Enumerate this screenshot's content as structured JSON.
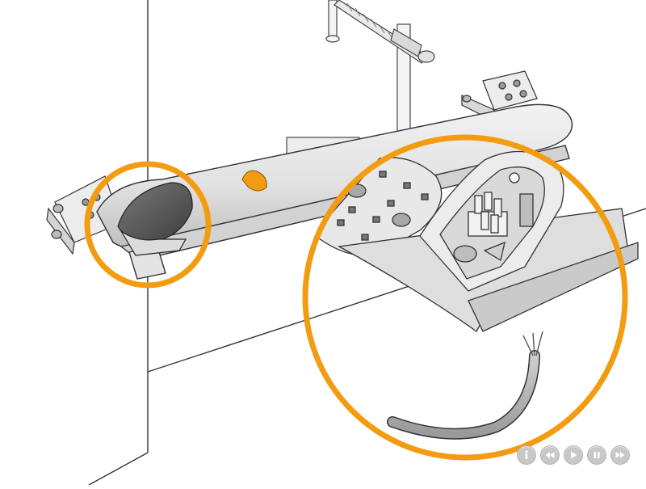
{
  "scene": {
    "accent_color": "#f39c12",
    "line_color": "#333333",
    "part_fill": "#e6e6e6",
    "shade_fill": "#cfcfcf",
    "dark_fill": "#5a5a5a"
  },
  "controls": [
    {
      "name": "info-button",
      "icon": "info-icon"
    },
    {
      "name": "rewind-button",
      "icon": "rewind-icon"
    },
    {
      "name": "play-button",
      "icon": "play-icon"
    },
    {
      "name": "pause-button",
      "icon": "pause-icon"
    },
    {
      "name": "fast-forward-button",
      "icon": "fast-forward-icon"
    }
  ]
}
